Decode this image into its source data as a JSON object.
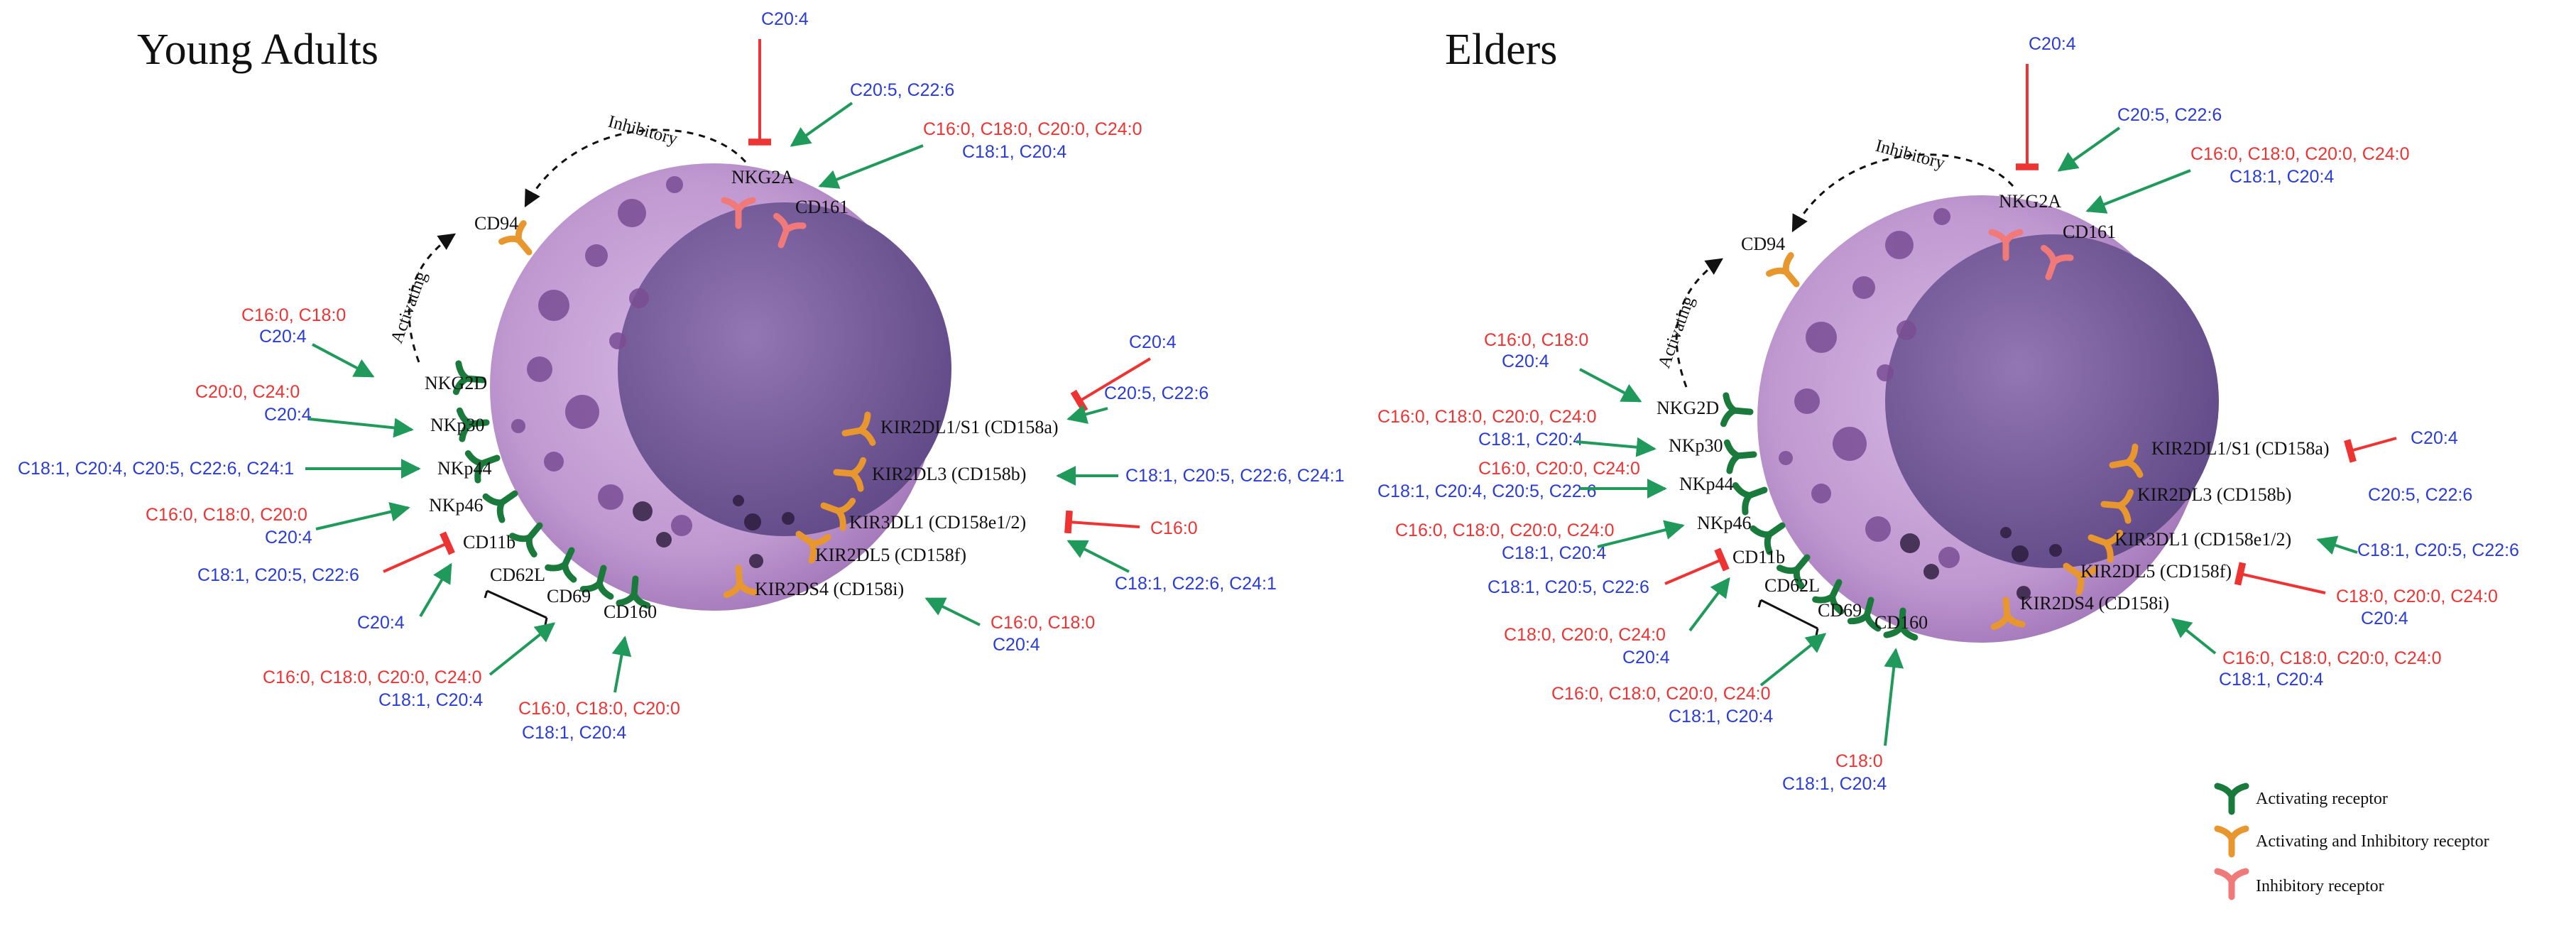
{
  "titles": {
    "young": "Young Adults",
    "elders": "Elders"
  },
  "notes": {
    "inhibitory": "Inhibitory",
    "activating": "Activating"
  },
  "receptors": {
    "nkg2a": "NKG2A",
    "cd161": "CD161",
    "cd94": "CD94",
    "nkg2d": "NKG2D",
    "nkp30": "NKp30",
    "nkp44": "NKp44",
    "nkp46": "NKp46",
    "cd11b": "CD11b",
    "cd62l": "CD62L",
    "cd69": "CD69",
    "cd160": "CD160",
    "kir2dl1": "KIR2DL1/S1 (CD158a)",
    "kir2dl3": "KIR2DL3 (CD158b)",
    "kir3dl1": "KIR3DL1 (CD158e1/2)",
    "kir2dl5": "KIR2DL5 (CD158f)",
    "kir2ds4": "KIR2DS4 (CD158i)"
  },
  "young": {
    "nkg2a_inh": "C20:4",
    "nkg2a_act": "C20:5, C22:6",
    "cd161_red": "C16:0, C18:0, C20:0, C24:0",
    "cd161_blue": "C18:1, C20:4",
    "nkg2d_red": "C16:0, C18:0",
    "nkg2d_blue": "C20:4",
    "nkp30_red": "C20:0, C24:0",
    "nkp30_blue": "C20:4",
    "nkp44_blue": "C18:1, C20:4, C20:5, C22:6, C24:1",
    "nkp46_red": "C16:0, C18:0, C20:0",
    "nkp46_blue": "C20:4",
    "cd11b_blue": "C18:1, C20:5, C22:6",
    "cd62l_blue": "C20:4",
    "cd69_red": "C16:0, C18:0, C20:0, C24:0",
    "cd69_blue": "C18:1, C20:4",
    "cd160_red": "C16:0, C18:0, C20:0",
    "cd160_blue": "C18:1, C20:4",
    "kir2dl1_inh": "C20:4",
    "kir2dl1_act": "C20:5, C22:6",
    "kir2dl3_blue": "C18:1, C20:5, C22:6, C24:1",
    "kir3dl1_red": "C16:0",
    "kir2dl5_blue": "C18:1, C22:6, C24:1",
    "kir2ds4_red": "C16:0, C18:0",
    "kir2ds4_blue": "C20:4"
  },
  "elders": {
    "nkg2a_inh": "C20:4",
    "nkg2a_act": "C20:5, C22:6",
    "cd161_red": "C16:0, C18:0, C20:0, C24:0",
    "cd161_blue": "C18:1, C20:4",
    "nkg2d_red": "C16:0, C18:0",
    "nkg2d_blue": "C20:4",
    "nkp30_red": "C16:0, C18:0, C20:0, C24:0",
    "nkp30_blue": "C18:1, C20:4",
    "nkp44_red": "C16:0, C20:0, C24:0",
    "nkp44_blue": "C18:1, C20:4, C20:5, C22:6",
    "nkp46_red": "C16:0, C18:0, C20:0, C24:0",
    "nkp46_blue": "C18:1, C20:4",
    "cd11b_blue": "C18:1, C20:5, C22:6",
    "cd62l_red": "C18:0, C20:0, C24:0",
    "cd62l_blue": "C20:4",
    "cd69_red": "C16:0, C18:0, C20:0, C24:0",
    "cd69_blue": "C18:1, C20:4",
    "cd160_red": "C18:0",
    "cd160_blue": "C18:1, C20:4",
    "kir2dl1_blue": "C20:4",
    "kir2dl3_blue": "C20:5, C22:6",
    "kir3dl1_blue": "C18:1, C20:5, C22:6",
    "kir2dl5_red": "C18:0, C20:0, C24:0",
    "kir2dl5_blue": "C20:4",
    "kir2ds4_red": "C16:0, C18:0, C20:0, C24:0",
    "kir2ds4_blue": "C18:1, C20:4"
  },
  "legend": {
    "activating": "Activating receptor",
    "both": "Activating and Inhibitory receptor",
    "inhibitory": "Inhibitory receptor"
  },
  "colors": {
    "activating": "#1a7a3c",
    "both": "#e8962e",
    "inhibitory": "#f07a7a",
    "arrow_green": "#1f9a5a",
    "arrow_red": "#ee3333",
    "red_text": "#ee3333",
    "blue_text": "#2a3cd8",
    "cell": "#b890c8",
    "nucleus": "#7a5a9c"
  }
}
